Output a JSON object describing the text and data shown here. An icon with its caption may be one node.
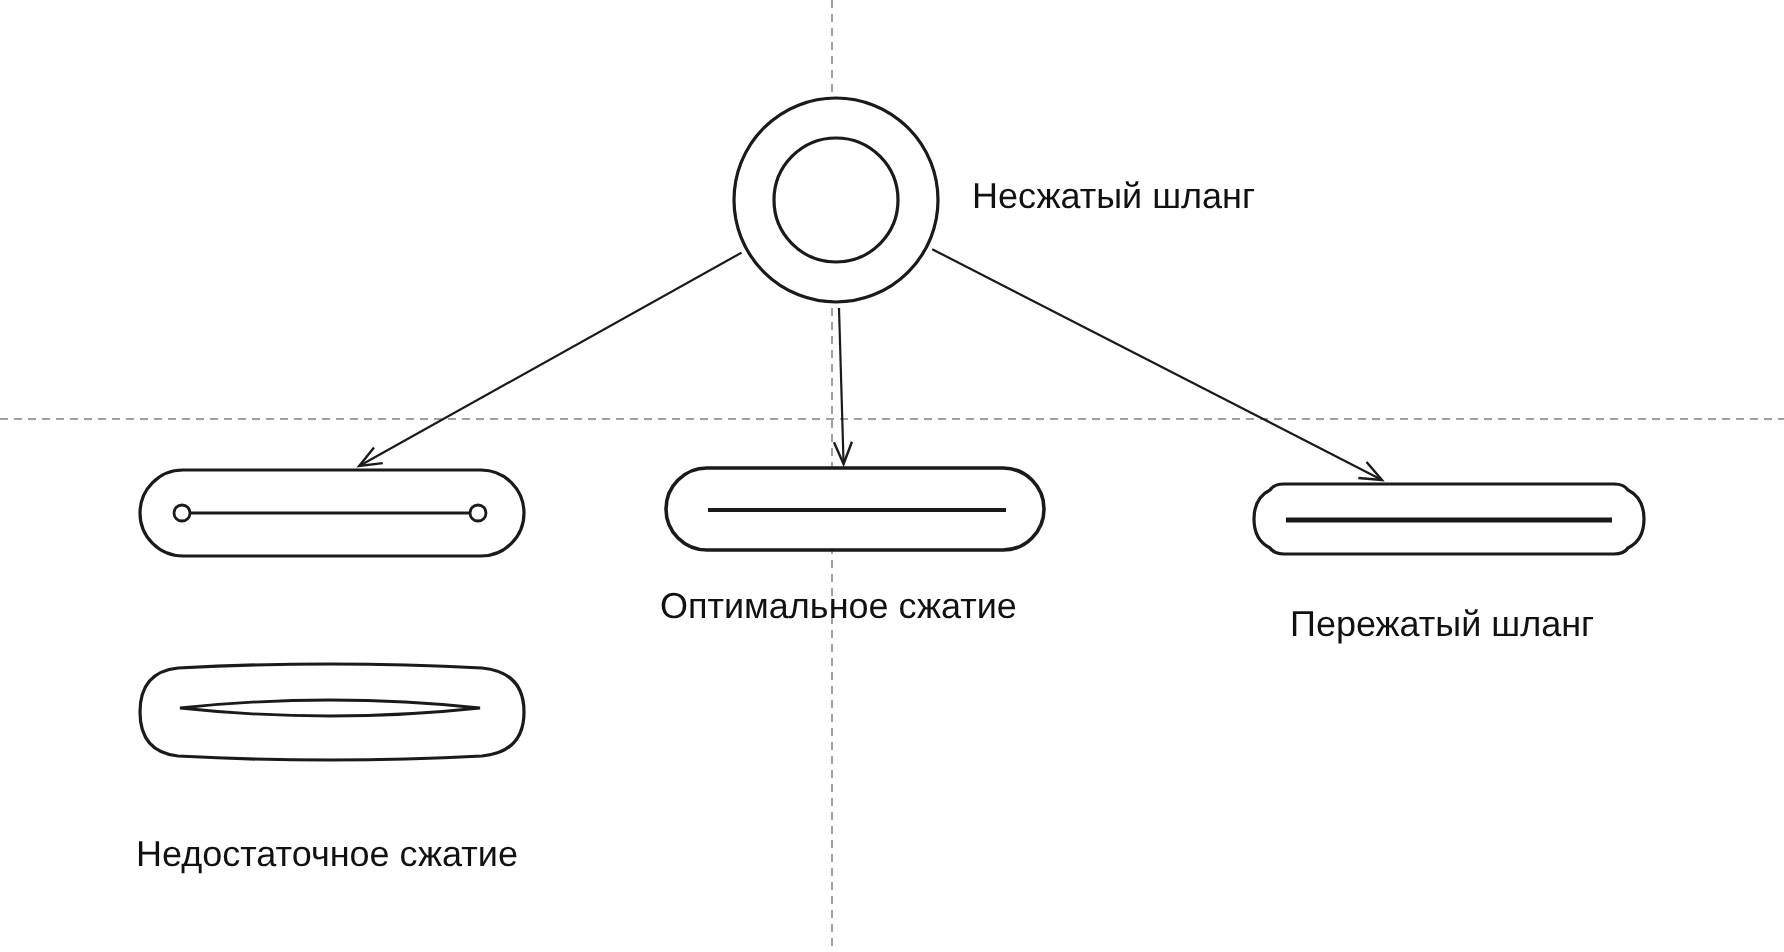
{
  "diagram": {
    "nodes": [
      {
        "text": [],
        "shape": "picture",
        "beside": [
          "Несжатый шланг"
        ]
      },
      {
        "text": [],
        "shape": "picture"
      },
      {
        "text": [],
        "shape": "picture",
        "beside": [
          "Недостаточное сжатие"
        ]
      },
      {
        "text": [],
        "shape": "picture",
        "beside": [
          "Оптимальное сжатие"
        ]
      },
      {
        "text": [],
        "shape": "picture",
        "beside": [
          "Пережатый шланг"
        ]
      }
    ],
    "edges": [
      {
        "from": 0,
        "to": 1,
        "arrow": "to"
      },
      {
        "from": 0,
        "to": 3,
        "arrow": "to"
      },
      {
        "from": 0,
        "to": 4,
        "arrow": "to"
      }
    ]
  }
}
